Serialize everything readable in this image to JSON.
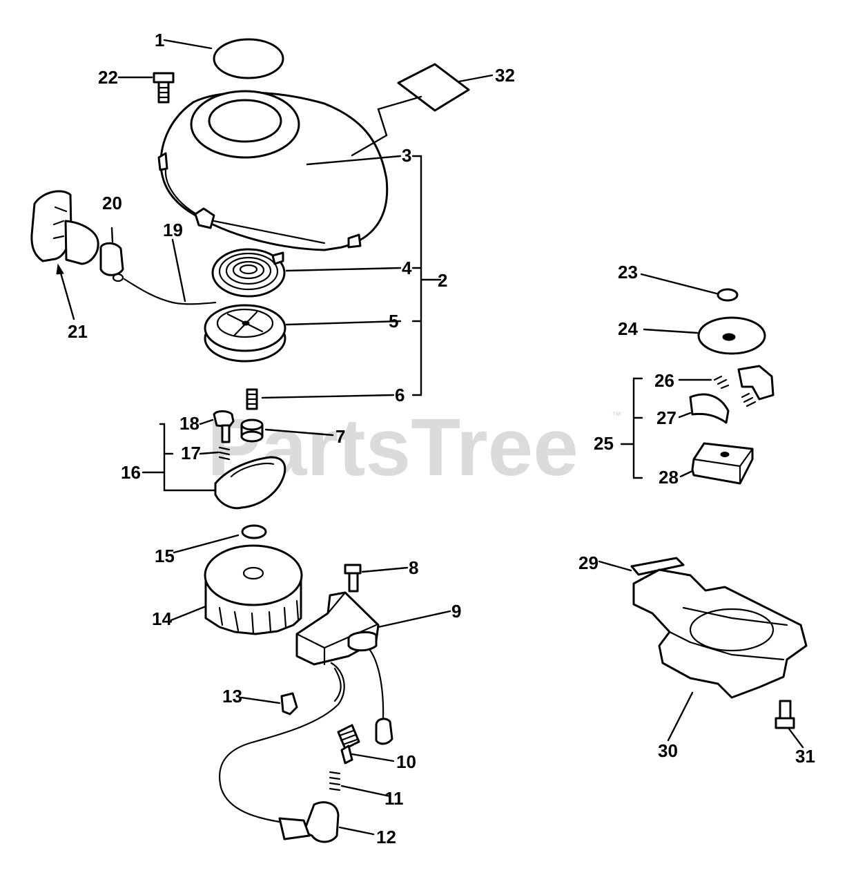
{
  "watermark": {
    "text": "PartsTree",
    "trademark": "™"
  },
  "callouts": {
    "c1": "1",
    "c2": "2",
    "c3": "3",
    "c4": "4",
    "c5": "5",
    "c6": "6",
    "c7": "7",
    "c8": "8",
    "c9": "9",
    "c10": "10",
    "c11": "11",
    "c12": "12",
    "c13": "13",
    "c14": "14",
    "c15": "15",
    "c16": "16",
    "c17": "17",
    "c18": "18",
    "c19": "19",
    "c20": "20",
    "c21": "21",
    "c22": "22",
    "c23": "23",
    "c24": "24",
    "c25": "25",
    "c26": "26",
    "c27": "27",
    "c28": "28",
    "c29": "29",
    "c30": "30",
    "c31": "31",
    "c32": "32"
  }
}
